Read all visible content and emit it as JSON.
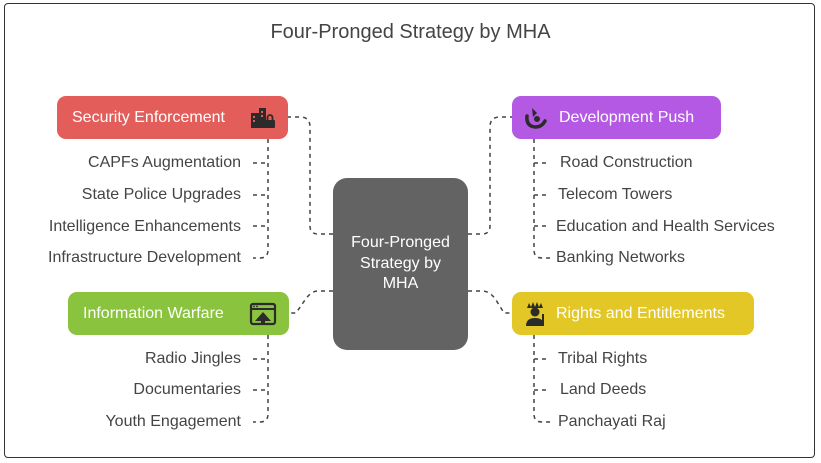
{
  "title": "Four-Pronged Strategy by MHA",
  "center": {
    "label": "Four-Pronged Strategy by MHA"
  },
  "branches": {
    "security": {
      "label": "Security Enforcement",
      "icon": "city-lock-icon",
      "color": "#e35d5a",
      "items": [
        "CAPFs Augmentation",
        "State Police Upgrades",
        "Intelligence Enhancements",
        "Infrastructure Development"
      ]
    },
    "development": {
      "label": "Development Push",
      "icon": "growth-hand-icon",
      "color": "#b459e3",
      "items": [
        "Road Construction",
        "Telecom Towers",
        "Education and Health Services",
        "Banking Networks"
      ]
    },
    "information": {
      "label": "Information Warfare",
      "icon": "broadcast-screen-icon",
      "color": "#8ac43e",
      "items": [
        "Radio Jingles",
        "Documentaries",
        "Youth Engagement"
      ]
    },
    "rights": {
      "label": "Rights and Entitlements",
      "icon": "tribal-person-icon",
      "color": "#e3c727",
      "items": [
        "Tribal Rights",
        "Land Deeds",
        "Panchayati Raj"
      ]
    }
  }
}
